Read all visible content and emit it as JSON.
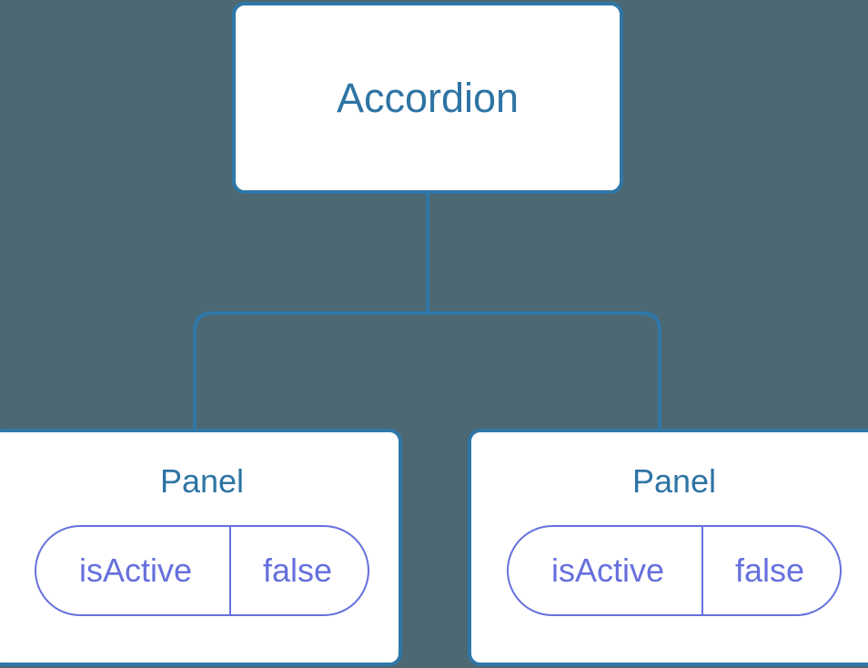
{
  "theme": {
    "background": "#4c6872",
    "node_fill": "#ffffff",
    "node_border": "#2f77a8",
    "node_text": "#2e74a4",
    "pill_stroke": "#6670dd",
    "pill_text": "#6670dd",
    "connector": "#2f77a8"
  },
  "diagram": {
    "type": "component-tree",
    "root": {
      "label": "Accordion"
    },
    "children": [
      {
        "label": "Panel",
        "state": {
          "key": "isActive",
          "value": "false"
        }
      },
      {
        "label": "Panel",
        "state": {
          "key": "isActive",
          "value": "false"
        }
      }
    ]
  }
}
